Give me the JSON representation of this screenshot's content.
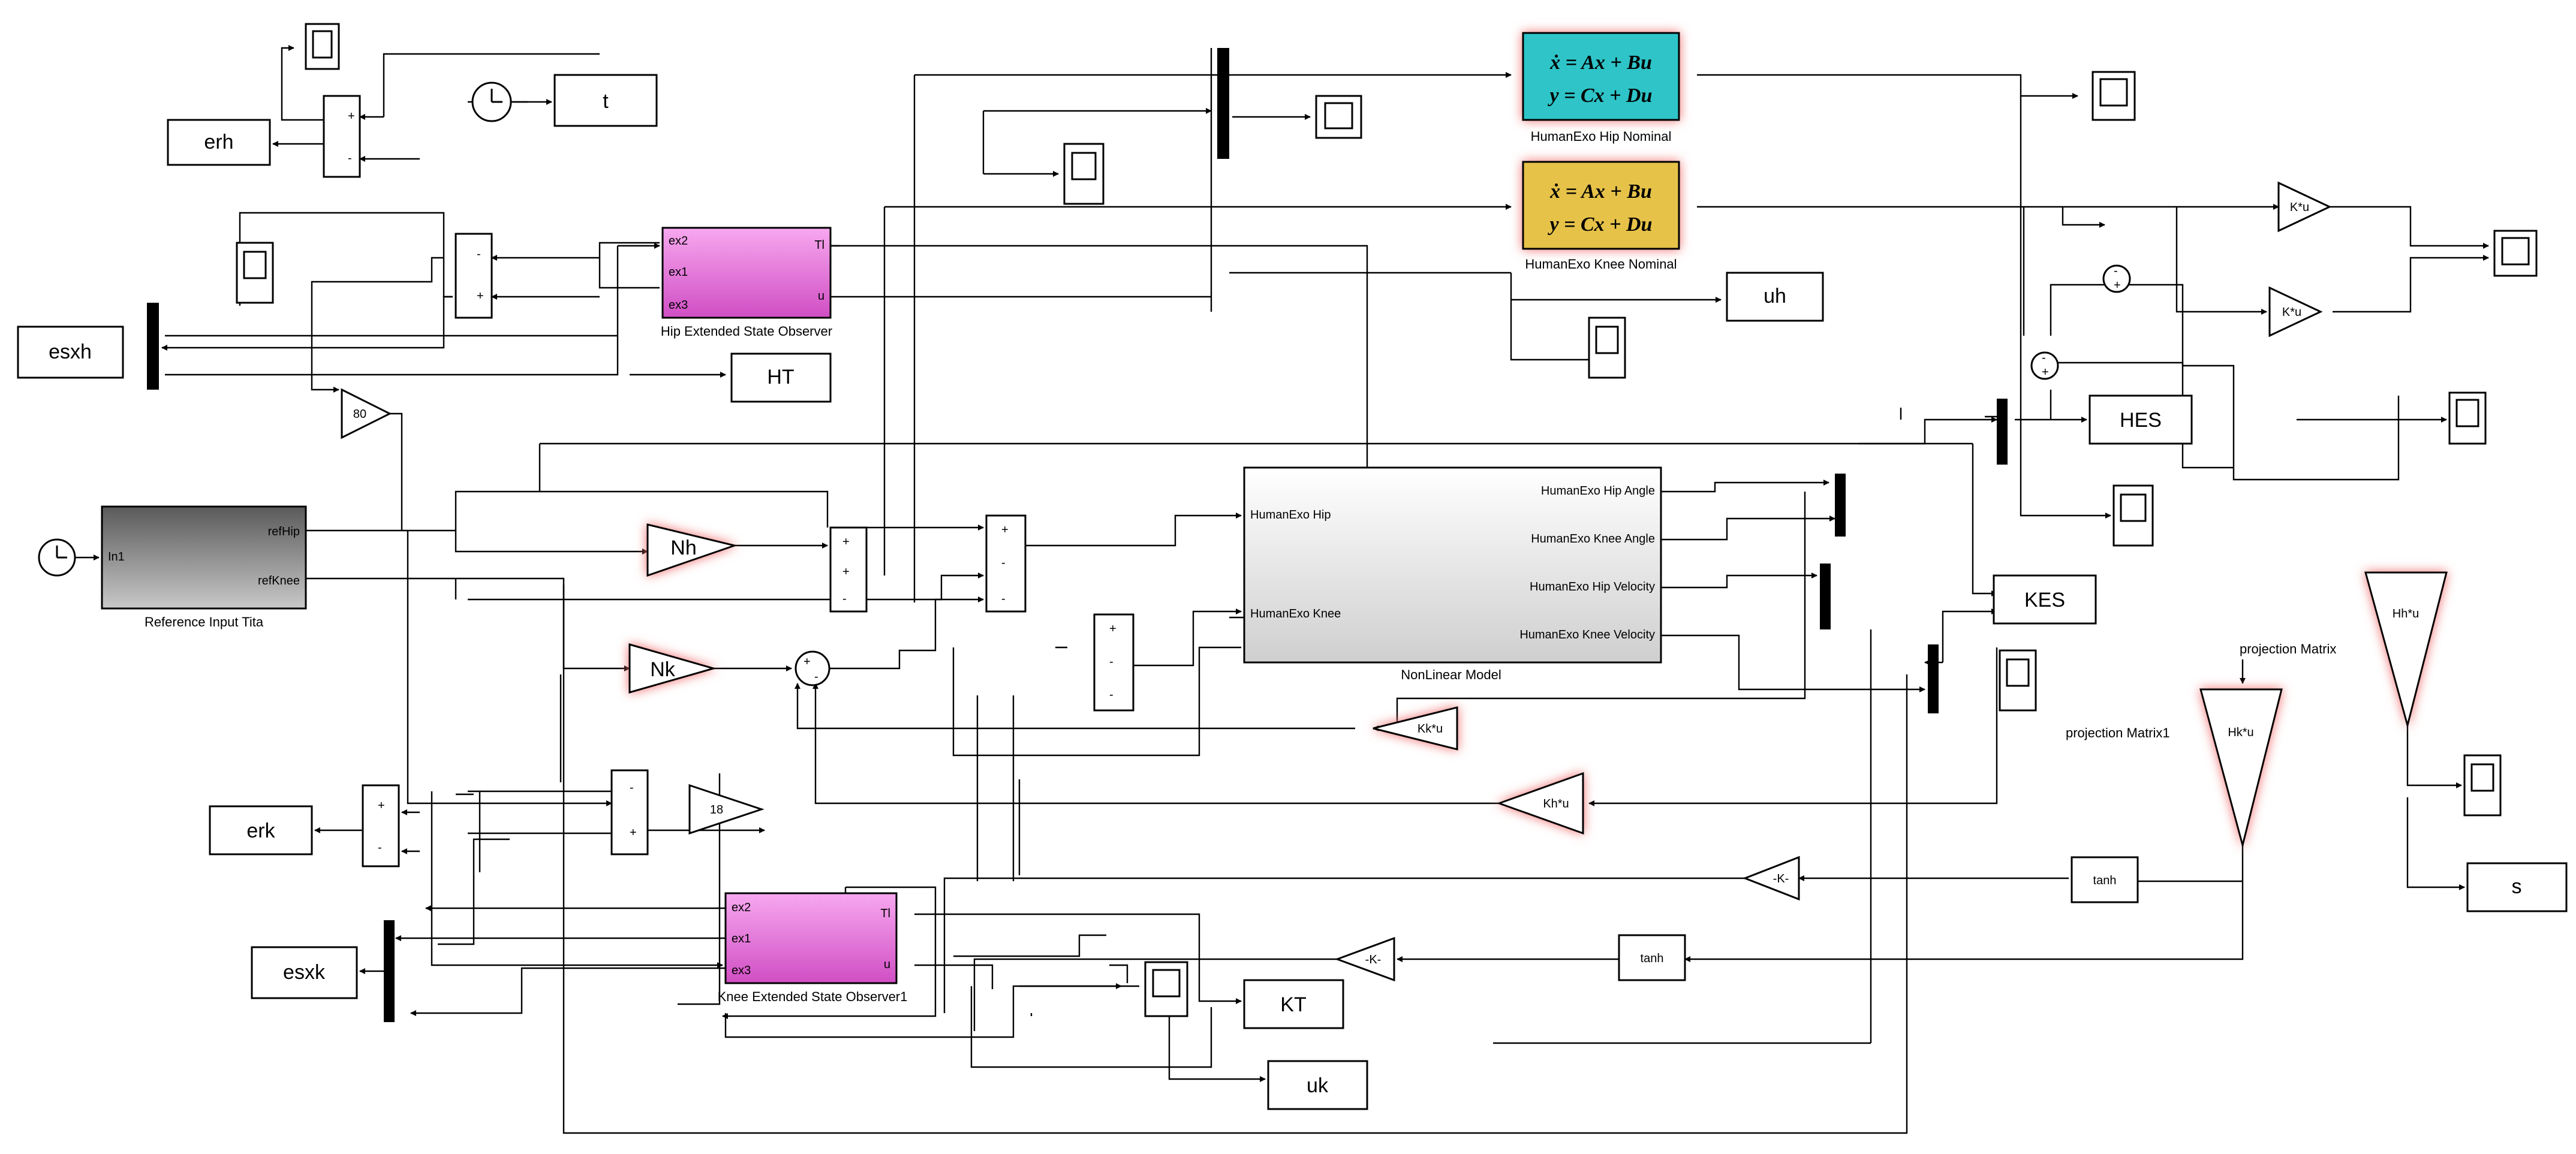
{
  "blocks": {
    "erh": "erh",
    "t": "t",
    "esxh": "esxh",
    "ht": "HT",
    "uh": "uh",
    "hes": "HES",
    "kes": "KES",
    "erk": "erk",
    "esxk": "esxk",
    "kt": "KT",
    "uk": "uk",
    "s": "s",
    "gain80": "80",
    "gain18": "18",
    "nh": "Nh",
    "nk": "Nk",
    "kk_u": "Kk*u",
    "kh_u": "Kh*u",
    "hk_u": "Hk*u",
    "hh_u": "Hh*u",
    "k_u_1": "K*u",
    "k_u_2": "K*u",
    "neg_k_1": "-K-",
    "neg_k_2": "-K-",
    "tanh_1": "tanh",
    "tanh_2": "tanh"
  },
  "subsystems": {
    "hip_nominal": {
      "eq1": "ẋ = Ax + Bu",
      "eq2": "y = Cx + Du",
      "caption": "HumanExo Hip Nominal",
      "color": "#2ec4c8"
    },
    "knee_nominal": {
      "eq1": "ẋ = Ax + Bu",
      "eq2": "y = Cx + Du",
      "caption": "HumanExo Knee Nominal",
      "color": "#e6c24a"
    },
    "hip_eso": {
      "caption": "Hip Extended State Observer",
      "in1": "ex2",
      "in2": "ex1",
      "in3": "ex3",
      "out1": "Tl",
      "out2": "u",
      "color": "#e67fd8"
    },
    "knee_eso": {
      "caption": "Knee Extended State Observer1",
      "in1": "ex2",
      "in2": "ex1",
      "in3": "ex3",
      "out1": "Tl",
      "out2": "u",
      "color": "#e67fd8"
    },
    "ref_input": {
      "caption": "Reference Input Tita",
      "in1": "In1",
      "out1": "refHip",
      "out2": "refKnee"
    },
    "nonlinear": {
      "caption": "NonLinear Model",
      "in1": "HumanExo Hip",
      "in2": "HumanExo Knee",
      "out1": "HumanExo Hip Angle",
      "out2": "HumanExo Knee Angle",
      "out3": "HumanExo Hip Velocity",
      "out4": "HumanExo Knee Velocity"
    }
  },
  "annotations": {
    "projection_matrix": "projection Matrix",
    "projection_matrix1": "projection Matrix1"
  },
  "sum_signs": {
    "plus": "+",
    "minus": "-"
  }
}
